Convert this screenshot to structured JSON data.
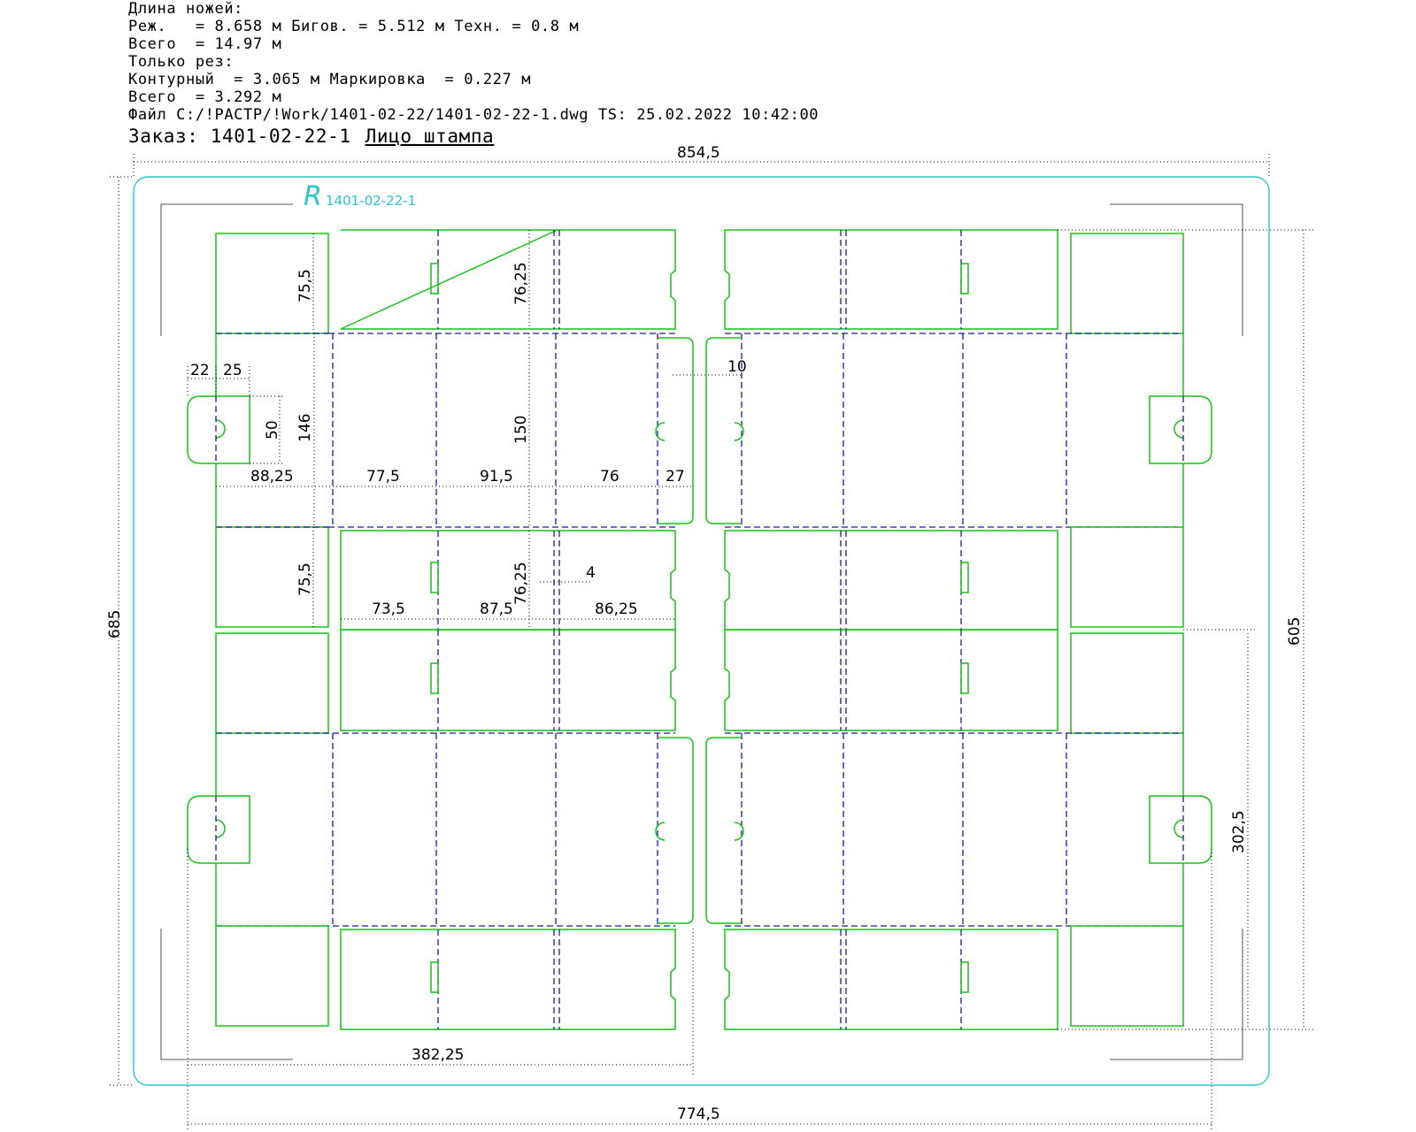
{
  "header": {
    "lines": [
      "Длина ножей:",
      "Реж.   = 8.658 м Бигов. = 5.512 м Техн. = 0.8 м",
      "Всего  = 14.97 м",
      "Только рез:",
      "Контурный  = 3.065 м Маркировка  = 0.227 м",
      "Всего  = 3.292 м",
      "Файл C:/!РАСТР/!Work/1401-02-22/1401-02-22-1.dwg TS: 25.02.2022 10:42:00"
    ],
    "order_label": "Заказ: 1401-02-22-1",
    "face_label": "Лицо штампа"
  },
  "logo": {
    "mark": "R",
    "text": "1401-02-22-1"
  },
  "dimensions": {
    "overall_width": "854,5",
    "overall_height": "685",
    "inner_width": "774,5",
    "inner_height": "605",
    "half_width": "382,25",
    "half_height": "302,5",
    "flap_75_top": "75,5",
    "flap_76_top": "76,25",
    "height_146": "146",
    "height_150": "150",
    "handle_50": "50",
    "handle_22": "22",
    "handle_25": "25",
    "gap_10": "10",
    "w_88": "88,25",
    "w_77": "77,5",
    "w_91": "91,5",
    "w_76": "76",
    "w_27": "27",
    "flap_75_bottom": "75,5",
    "flap_76_bottom": "76,25",
    "gap_4": "4",
    "w_73": "73,5",
    "w_87": "87,5",
    "w_86": "86,25"
  },
  "colors": {
    "cut": "#17c417",
    "crease": "#1b1b9c",
    "outline": "#27c7c7",
    "dimension": "#000000"
  }
}
